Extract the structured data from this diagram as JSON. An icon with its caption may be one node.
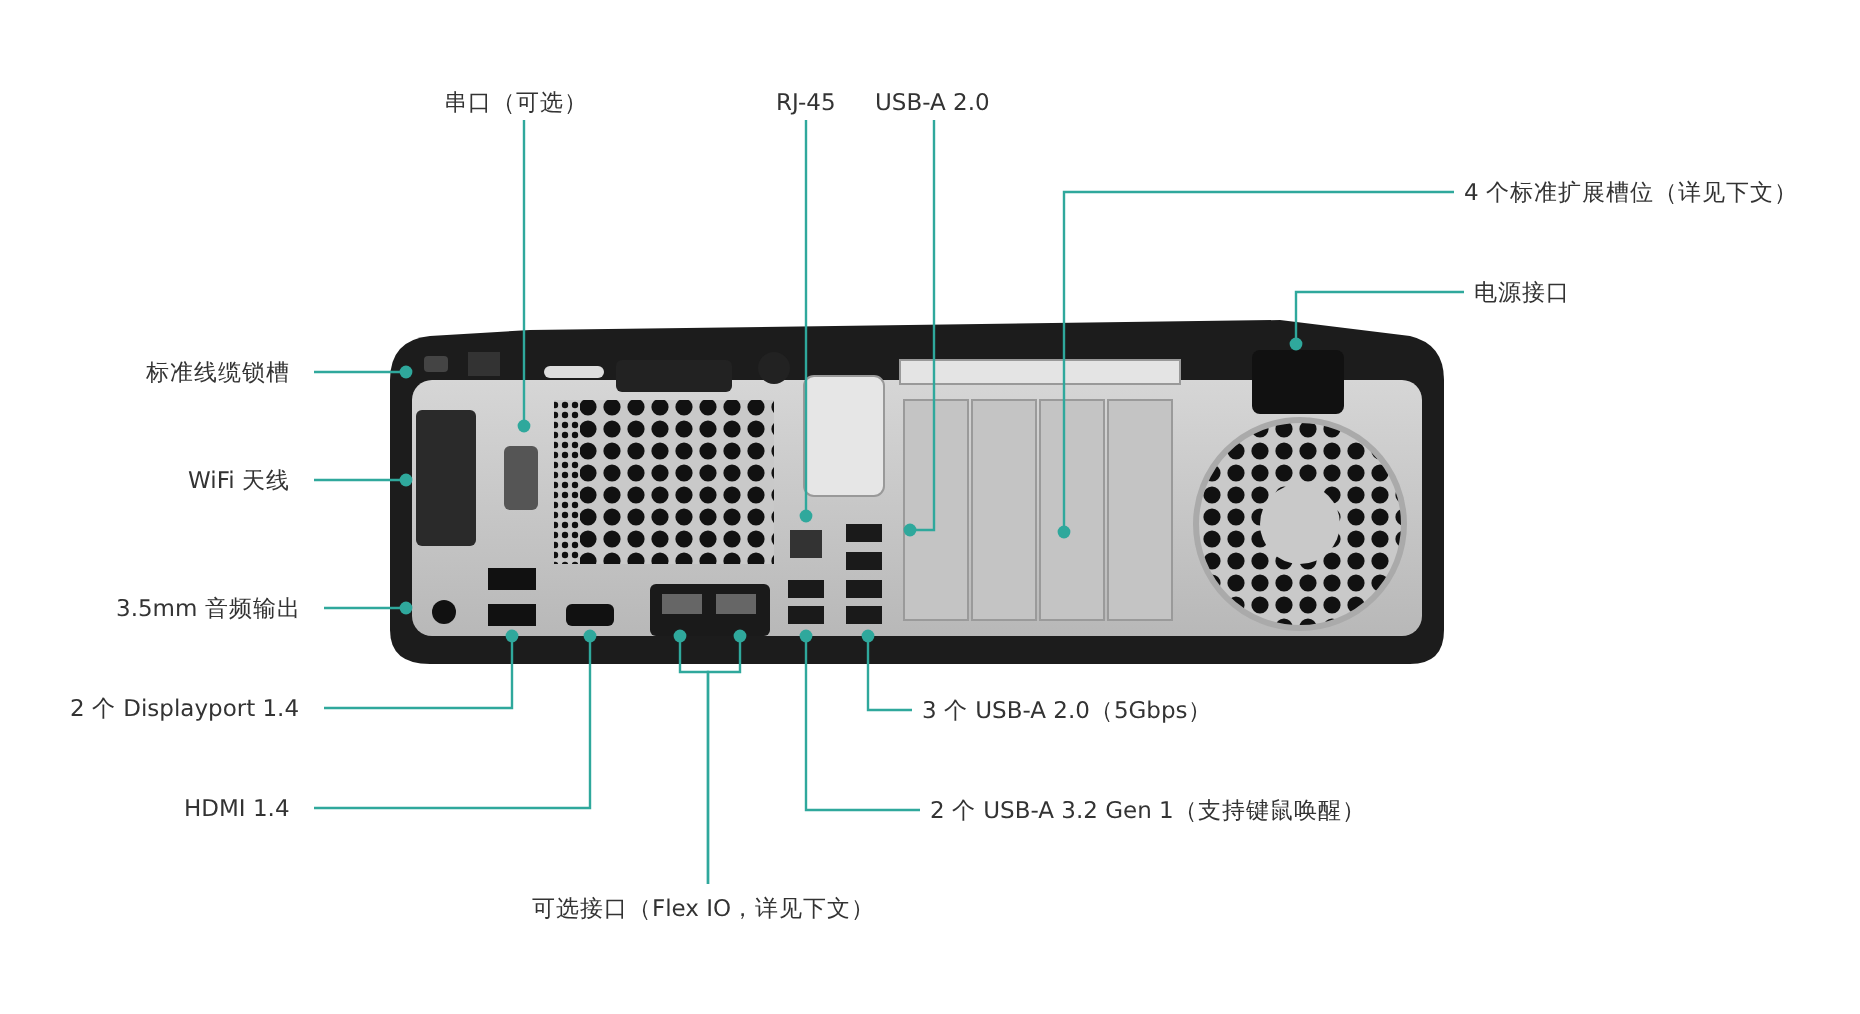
{
  "diagram": {
    "nodes": [
      {
        "text": [
          "串口（可选）"
        ]
      },
      {
        "text": [
          "RJ-45"
        ]
      },
      {
        "text": [
          "USB-A 2.0"
        ]
      },
      {
        "text": [
          "4 个标准扩展槽位（详见下文）"
        ]
      },
      {
        "text": [
          "电源接口"
        ]
      },
      {
        "text": [
          "标准线缆锁槽"
        ]
      },
      {
        "text": [
          "WiFi 天线"
        ]
      },
      {
        "text": [
          "3.5mm 音频输出"
        ]
      },
      {
        "text": [
          "2 个 Displayport 1.4"
        ]
      },
      {
        "text": [
          "HDMI 1.4"
        ]
      },
      {
        "text": [
          "可选接口（Flex IO，详见下文）"
        ]
      },
      {
        "text": [
          "3 个 USB-A 2.0（5Gbps）"
        ]
      },
      {
        "text": [
          "2 个 USB-A 3.2 Gen 1（支持键鼠唤醒）"
        ]
      }
    ],
    "edges": [
      {
        "from": 0,
        "to": null,
        "arrow": "other"
      },
      {
        "from": 1,
        "to": null,
        "arrow": "other"
      },
      {
        "from": 2,
        "to": null,
        "arrow": "other"
      },
      {
        "from": 3,
        "to": null,
        "arrow": "other"
      },
      {
        "from": 4,
        "to": null,
        "arrow": "other"
      },
      {
        "from": 5,
        "to": null,
        "arrow": "other"
      },
      {
        "from": 6,
        "to": null,
        "arrow": "other"
      },
      {
        "from": 7,
        "to": null,
        "arrow": "other"
      },
      {
        "from": 8,
        "to": null,
        "arrow": "other"
      },
      {
        "from": 9,
        "to": null,
        "arrow": "other"
      },
      {
        "from": 10,
        "to": null,
        "arrow": "other"
      },
      {
        "from": 10,
        "to": null,
        "arrow": "other"
      },
      {
        "from": 11,
        "to": null,
        "arrow": "other"
      },
      {
        "from": 12,
        "to": null,
        "arrow": "other"
      }
    ]
  }
}
